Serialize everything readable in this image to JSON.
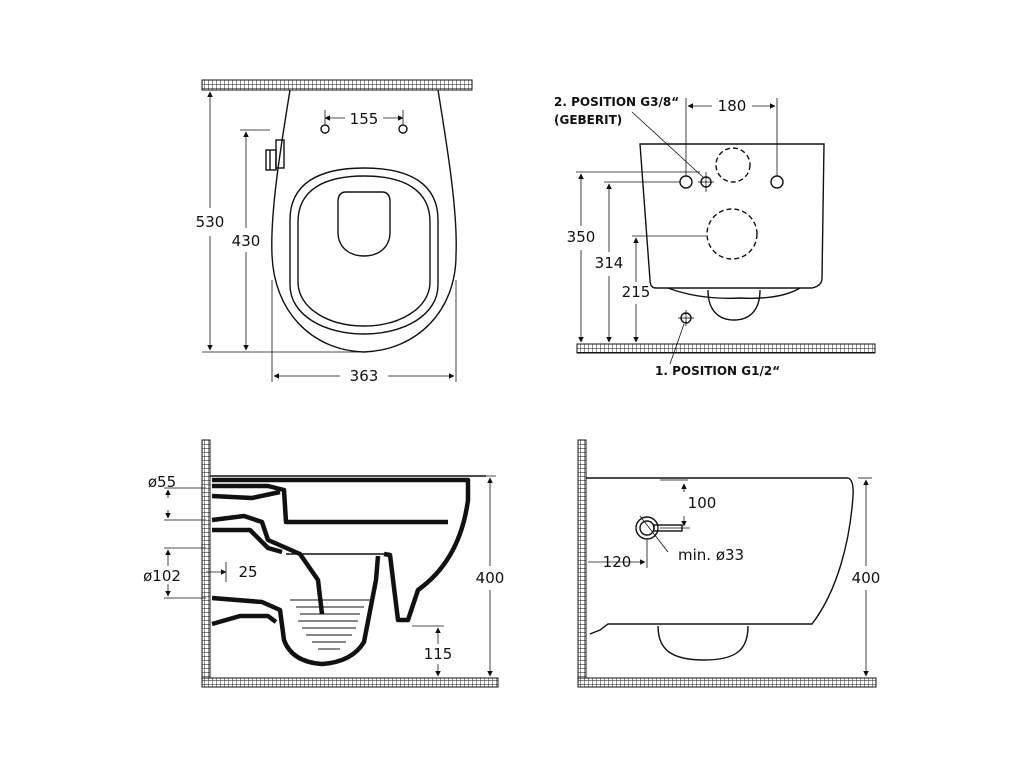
{
  "top_view": {
    "d155": "155",
    "d530": "530",
    "d430": "430",
    "d363": "363"
  },
  "rear_view": {
    "label_pos2_line1": "2. POSITION G3/8“",
    "label_pos2_line2": "(GEBERIT)",
    "d180": "180",
    "d350": "350",
    "d314": "314",
    "d215": "215",
    "label_pos1": "1. POSITION G1/2“"
  },
  "section_view": {
    "d55": "ø55",
    "d102": "ø102",
    "d25": "25",
    "d400": "400",
    "d115": "115"
  },
  "side_view": {
    "d100": "100",
    "d120": "120",
    "d33": "min. ø33",
    "d400": "400"
  }
}
